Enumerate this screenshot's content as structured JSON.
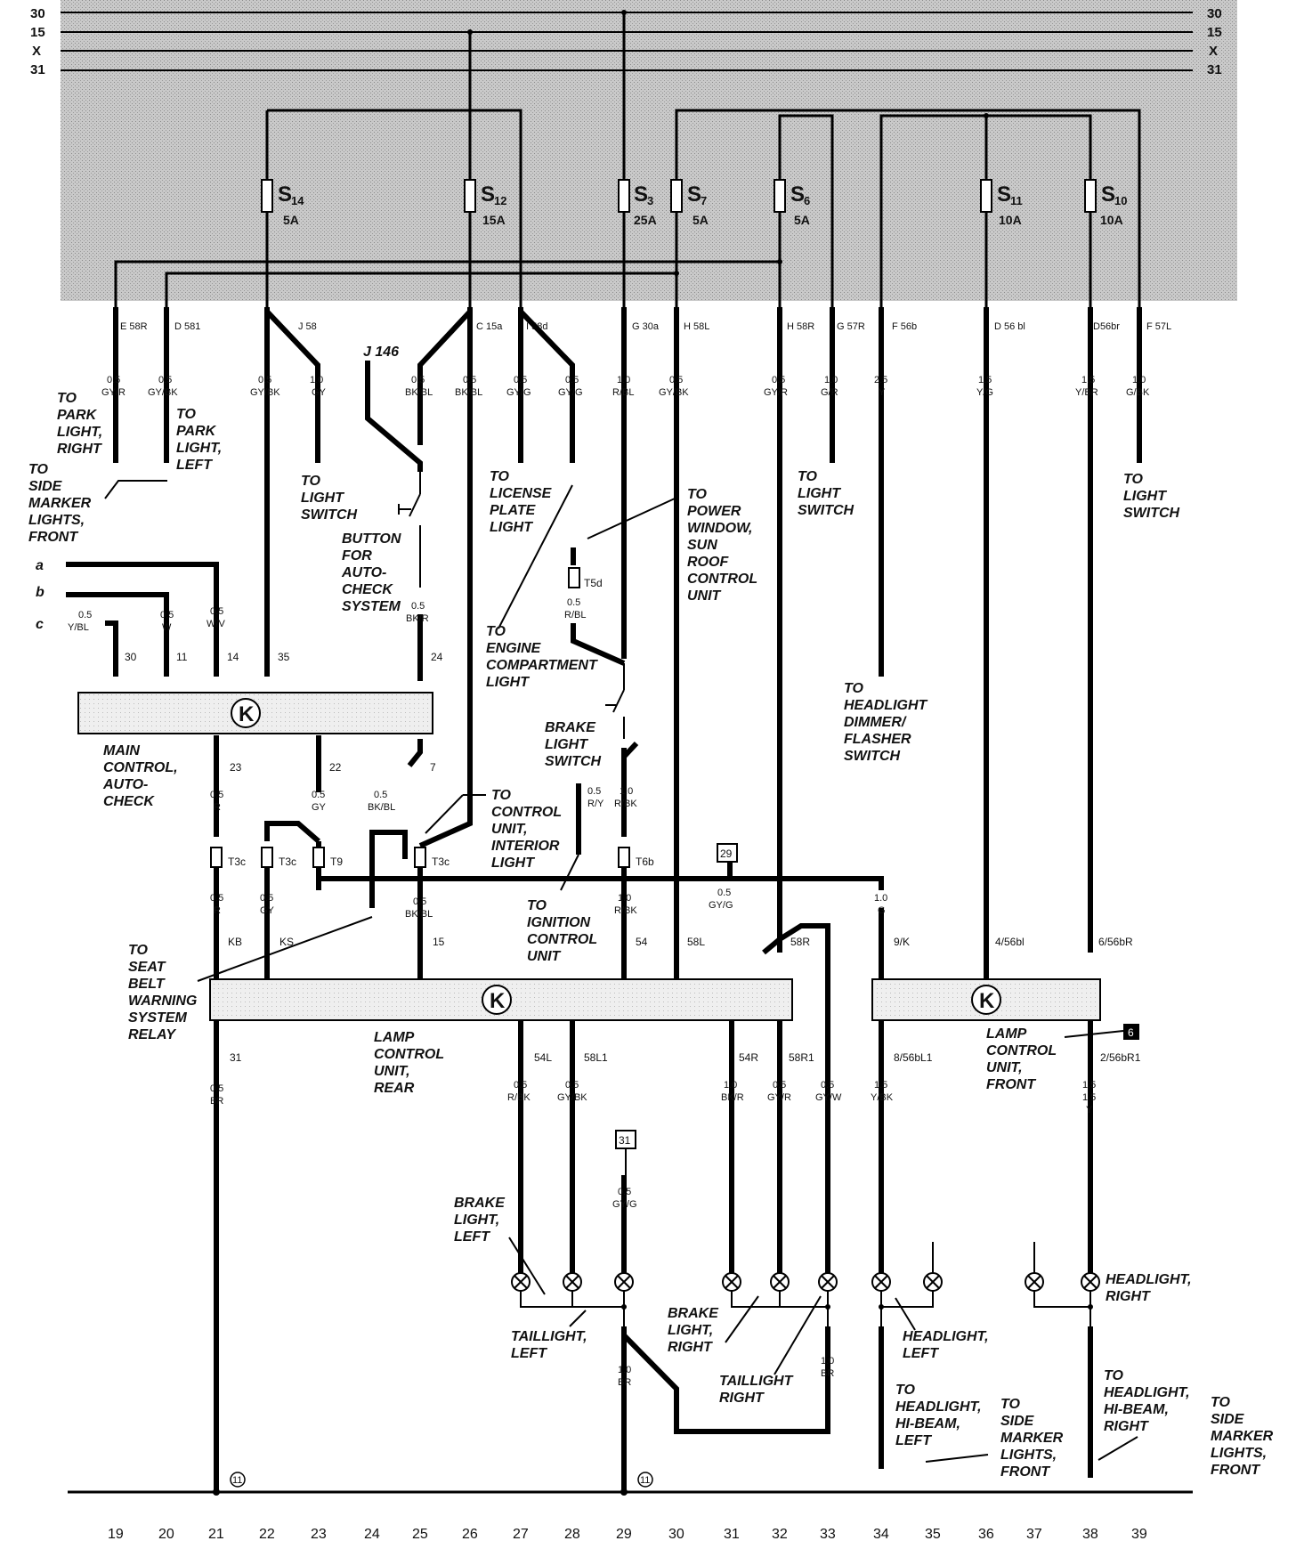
{
  "buses": {
    "l30": "30",
    "l15": "15",
    "lx": "X",
    "l31": "31"
  },
  "fuses": {
    "s14": {
      "name": "S",
      "sub": "14",
      "amp": "5A"
    },
    "s12": {
      "name": "S",
      "sub": "12",
      "amp": "15A"
    },
    "s3": {
      "name": "S",
      "sub": "3",
      "amp": "25A"
    },
    "s7": {
      "name": "S",
      "sub": "7",
      "amp": "5A"
    },
    "s6": {
      "name": "S",
      "sub": "6",
      "amp": "5A"
    },
    "s11": {
      "name": "S",
      "sub": "11",
      "amp": "10A"
    },
    "s10": {
      "name": "S",
      "sub": "10",
      "amp": "10A"
    }
  },
  "terminals": {
    "e58r": "E 58R",
    "d581": "D 581",
    "j58": "J 58",
    "c15a": "C 15a",
    "i58d": "I 58d",
    "g30a": "G 30a",
    "h58l": "H 58L",
    "h58r": "H 58R",
    "g57r": "G 57R",
    "f56b": "F 56b",
    "d56bl": "D 56 bl",
    "d56br": "D56br",
    "f57l": "F 57L"
  },
  "wires": {
    "w1": [
      "0.5",
      "GY/R"
    ],
    "w2": [
      "0.5",
      "GY/BK"
    ],
    "w3": [
      "0.5",
      "GY/BK"
    ],
    "w4": [
      "1.0",
      "GY"
    ],
    "w5": [
      "0.5",
      "BK/BL"
    ],
    "w6": [
      "0.5",
      "BK/BL"
    ],
    "w7": [
      "0.5",
      "GY/G"
    ],
    "w8": [
      "0.5",
      "GY/G"
    ],
    "w9": [
      "1.0",
      "R/BL"
    ],
    "w10": [
      "0.5",
      "GY/BK"
    ],
    "w11": [
      "0.5",
      "GY/R"
    ],
    "w12": [
      "1.0",
      "G/R"
    ],
    "w13": [
      "2.5",
      "Y"
    ],
    "w14": [
      "1.5",
      "Y/G"
    ],
    "w15": [
      "1.5",
      "Y/BR"
    ],
    "w16": [
      "1.0",
      "G/BK"
    ],
    "wa": [
      "0.5",
      "Y/BL"
    ],
    "wb": [
      "0.5",
      "W"
    ],
    "wc": [
      "0.5",
      "W/V"
    ],
    "w25": [
      "0.5",
      "BK/R"
    ],
    "wt5d": [
      "0.5",
      "R/BL"
    ],
    "w23": [
      "0.5",
      "R"
    ],
    "w22": [
      "0.5",
      "GY"
    ],
    "wbk7": [
      "0.5",
      "BK/BL"
    ],
    "wry": [
      "0.5",
      "R/Y"
    ],
    "wrbk": [
      "1.0",
      "R/BK"
    ],
    "wkb": [
      "0.5",
      "R"
    ],
    "wks": [
      "0.5",
      "GY"
    ],
    "w15b": [
      "0.5",
      "BK/BL"
    ],
    "w54": [
      "1.0",
      "R/BK"
    ],
    "wgyg": [
      "0.5",
      "GY/G"
    ],
    "w9k": [
      "1.0",
      "G"
    ],
    "wbr31": [
      "0.5",
      "BR"
    ],
    "w54l": [
      "0.5",
      "R/BK"
    ],
    "w58l1": [
      "0.5",
      "GY/BK"
    ],
    "w54r": [
      "1.0",
      "BK/R"
    ],
    "w58r1": [
      "0.5",
      "GY/R"
    ],
    "wgyw": [
      "0.5",
      "GY/W"
    ],
    "w31gyg": [
      "0.5",
      "GY/G"
    ],
    "wyb": [
      "1.5",
      "Y/BK"
    ],
    "wy15": "1.5",
    "wy": [
      "1.5",
      "Y"
    ],
    "wbr29": [
      "1.0",
      "BR"
    ],
    "wbr33": [
      "1.0",
      "BR"
    ]
  },
  "labels": {
    "park_r": [
      "TO",
      "PARK",
      "LIGHT,",
      "RIGHT"
    ],
    "park_l": [
      "TO",
      "PARK",
      "LIGHT,",
      "LEFT"
    ],
    "side_front": [
      "TO",
      "SIDE",
      "MARKER",
      "LIGHTS,",
      "FRONT"
    ],
    "light_sw1": [
      "TO",
      "LIGHT",
      "SWITCH"
    ],
    "j146": "J 146",
    "button": [
      "BUTTON",
      "FOR",
      "AUTO-",
      "CHECK",
      "SYSTEM"
    ],
    "license": [
      "TO",
      "LICENSE",
      "PLATE",
      "LIGHT"
    ],
    "power_window": [
      "TO",
      "POWER",
      "WINDOW,",
      "SUN",
      "ROOF",
      "CONTROL",
      "UNIT"
    ],
    "light_sw2": [
      "TO",
      "LIGHT",
      "SWITCH"
    ],
    "light_sw3": [
      "TO",
      "LIGHT",
      "SWITCH"
    ],
    "engine": [
      "TO",
      "ENGINE",
      "COMPARTMENT",
      "LIGHT"
    ],
    "dimmer": [
      "TO",
      "HEADLIGHT",
      "DIMMER/",
      "FLASHER",
      "SWITCH"
    ],
    "brake_sw": [
      "BRAKE",
      "LIGHT",
      "SWITCH"
    ],
    "main_ctrl": [
      "MAIN",
      "CONTROL,",
      "AUTO-",
      "CHECK"
    ],
    "ctrl_int": [
      "TO",
      "CONTROL",
      "UNIT,",
      "INTERIOR",
      "LIGHT"
    ],
    "ignition": [
      "TO",
      "IGNITION",
      "CONTROL",
      "UNIT"
    ],
    "seatbelt": [
      "TO",
      "SEAT",
      "BELT",
      "WARNING",
      "SYSTEM",
      "RELAY"
    ],
    "lamp_rear": [
      "LAMP",
      "CONTROL",
      "UNIT,",
      "REAR"
    ],
    "lamp_front": [
      "LAMP",
      "CONTROL",
      "UNIT,",
      "FRONT"
    ],
    "brake_l": [
      "BRAKE",
      "LIGHT,",
      "LEFT"
    ],
    "tail_l": [
      "TAILLIGHT,",
      "LEFT"
    ],
    "brake_r": [
      "BRAKE",
      "LIGHT,",
      "RIGHT"
    ],
    "tail_r": [
      "TAILLIGHT",
      "RIGHT"
    ],
    "head_l": [
      "HEADLIGHT,",
      "LEFT"
    ],
    "head_r": [
      "HEADLIGHT,",
      "RIGHT"
    ],
    "hibeam_l": [
      "TO",
      "HEADLIGHT,",
      "HI-BEAM,",
      "LEFT"
    ],
    "side_front2": [
      "TO",
      "SIDE",
      "MARKER",
      "LIGHTS,",
      "FRONT"
    ],
    "hibeam_r": [
      "TO",
      "HEADLIGHT,",
      "HI-BEAM,",
      "RIGHT"
    ],
    "side_front3": [
      "TO",
      "SIDE",
      "MARKER",
      "LIGHTS,",
      "FRONT"
    ],
    "row_a": "a",
    "row_b": "b",
    "row_c": "c",
    "t5d": "T5d",
    "t3c1": "T3c",
    "t3c2": "T3c",
    "t9": "T9",
    "t3c3": "T3c",
    "t6b": "T6b",
    "box29": "29",
    "box31": "31",
    "box6": "6",
    "gnd1": "11",
    "gnd2": "11",
    "k": "K"
  },
  "pins": {
    "p30": "30",
    "p11": "11",
    "p14": "14",
    "p35": "35",
    "p24": "24",
    "p23": "23",
    "p22": "22",
    "p7": "7",
    "kb": "KB",
    "ks": "KS",
    "p15": "15",
    "p54": "54",
    "p58l": "58L",
    "p58r": "58R",
    "p9k": "9/K",
    "p456bl": "4/56bl",
    "p656br": "6/56bR",
    "p31": "31",
    "p54l": "54L",
    "p58l1": "58L1",
    "p54r": "54R",
    "p58r1": "58R1",
    "p856": "8/56bL1",
    "p256": "2/56bR1"
  },
  "grid": [
    "19",
    "20",
    "21",
    "22",
    "23",
    "24",
    "25",
    "26",
    "27",
    "28",
    "29",
    "30",
    "31",
    "32",
    "33",
    "34",
    "35",
    "36",
    "37",
    "38",
    "39"
  ]
}
